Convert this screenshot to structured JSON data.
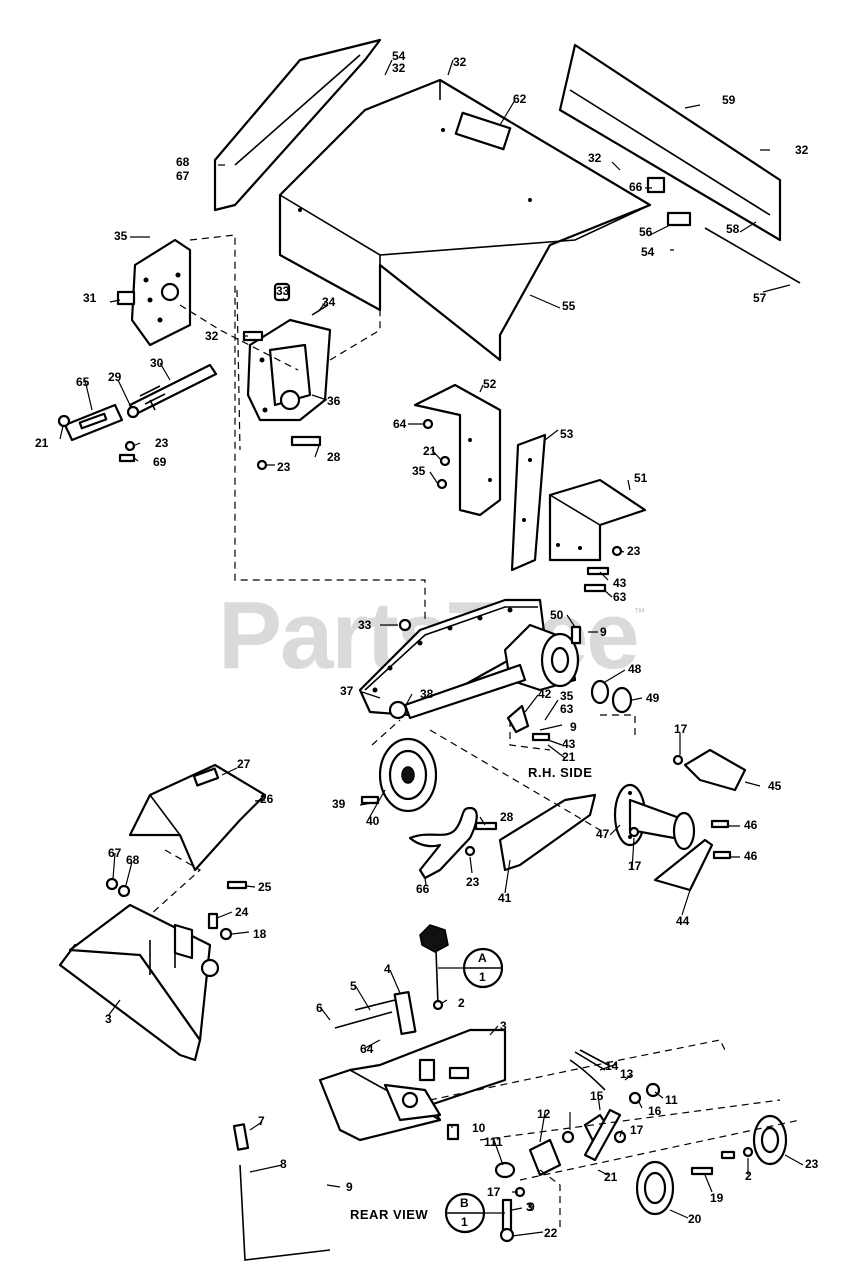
{
  "diagram": {
    "watermark": "PartsTree",
    "trademark": "™",
    "section_labels": {
      "rh_side": "R.H. SIDE",
      "rear_view": "REAR VIEW"
    },
    "reference_bubbles": [
      {
        "id": "ref-a",
        "top": "A",
        "bottom": "1"
      },
      {
        "id": "ref-b",
        "top": "B",
        "bottom": "1"
      }
    ],
    "callouts": [
      "54",
      "32",
      "32",
      "62",
      "59",
      "32",
      "68",
      "67",
      "32",
      "66",
      "56",
      "58",
      "54",
      "57",
      "55",
      "35",
      "31",
      "33",
      "34",
      "32",
      "36",
      "30",
      "65",
      "29",
      "23",
      "21",
      "69",
      "23",
      "28",
      "52",
      "64",
      "21",
      "35",
      "53",
      "51",
      "23",
      "43",
      "63",
      "33",
      "50",
      "9",
      "48",
      "49",
      "37",
      "38",
      "42",
      "35",
      "63",
      "9",
      "43",
      "21",
      "17",
      "45",
      "27",
      "26",
      "39",
      "40",
      "28",
      "47",
      "46",
      "17",
      "46",
      "44",
      "66",
      "23",
      "41",
      "67",
      "68",
      "25",
      "24",
      "18",
      "3",
      "2",
      "4",
      "5",
      "6",
      "64",
      "3",
      "14",
      "13",
      "11",
      "15",
      "16",
      "11",
      "12",
      "17",
      "10",
      "7",
      "8",
      "9",
      "11",
      "21",
      "17",
      "3",
      "9",
      "22",
      "19",
      "2",
      "23",
      "20"
    ]
  }
}
